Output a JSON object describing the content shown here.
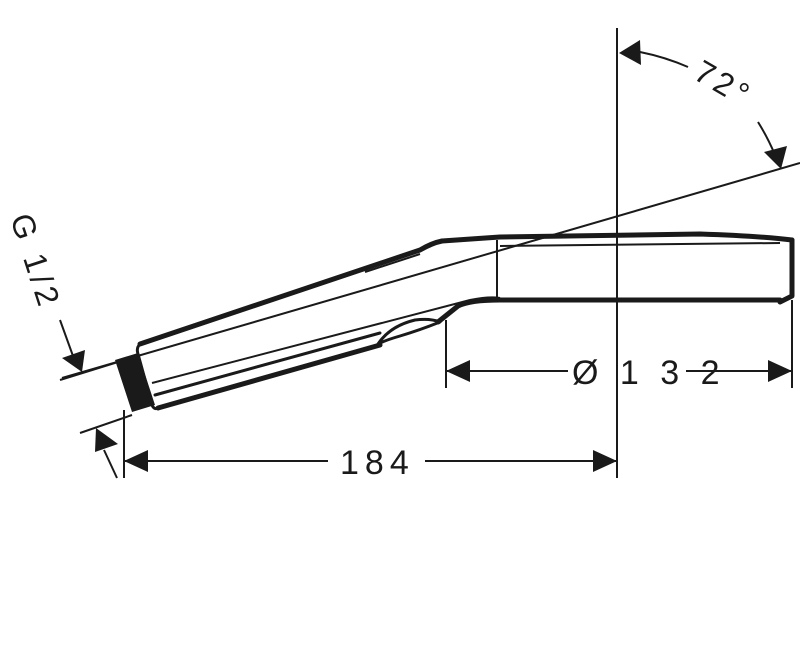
{
  "drawing": {
    "subject": "hand shower technical drawing (side view)",
    "line_color": "#1a1a1a",
    "background": "#ffffff"
  },
  "dimensions": {
    "angle": {
      "value": "72°",
      "label": "72°"
    },
    "thread": {
      "label": "G 1/2"
    },
    "length": {
      "value": "184",
      "label": "184"
    },
    "diameter": {
      "value": "Ø132",
      "label": "Ø 1 3 2"
    }
  }
}
